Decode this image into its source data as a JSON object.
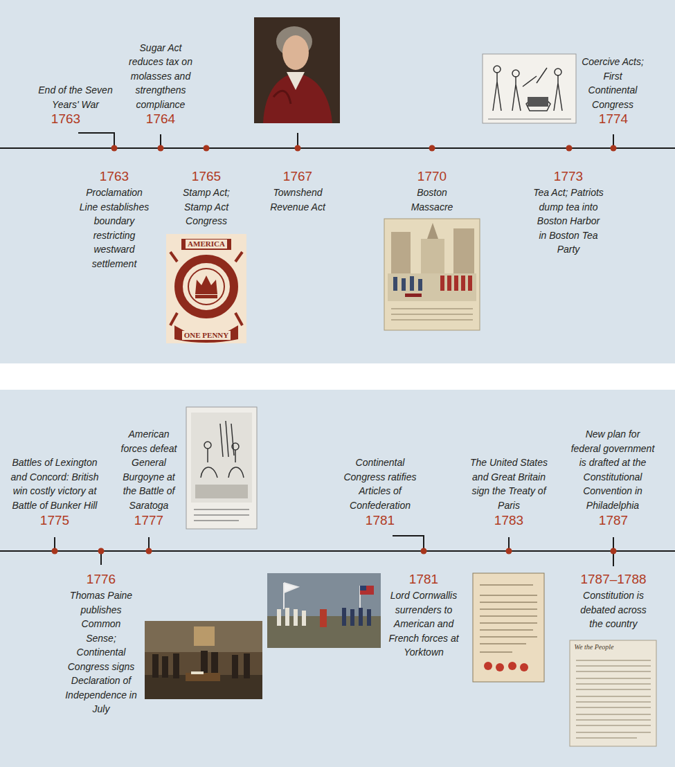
{
  "diagram": {
    "labels": [
      "End of the Seven Years' War",
      "1763",
      "1763",
      "Proclamation Line establishes boundary restricting westward settlement",
      "Sugar Act reduces tax on molasses and strengthens compliance",
      "1764",
      "1765",
      "Stamp Act; Stamp Act Congress",
      "AMERICA",
      "ONE PENNY",
      "1767",
      "Townshend Revenue Act",
      "1770",
      "Boston Massacre",
      "1773",
      "Tea Act; Patriots dump tea into Boston Harbor in Boston Tea Party",
      "Coercive Acts; First Continental Congress",
      "1774",
      "Battles of Lexington and Concord: British win costly victory at Battle of Bunker Hill",
      "1775",
      "1776",
      "Thomas Paine publishes Common Sense; Continental Congress signs Declaration of Independence in July",
      "American forces defeat General Burgoyne at the Battle of Saratoga",
      "1777",
      "Continental Congress ratifies Articles of Confederation",
      "1781",
      "1781",
      "Lord Cornwallis surrenders to American and French forces at Yorktown",
      "The United States and Great Britain sign the Treaty of Paris",
      "1783",
      "New plan for federal government is drafted at the Constitutional Convention in Philadelphia",
      "1787",
      "1787–1788",
      "Constitution is debated across the country",
      "We the People"
    ]
  }
}
